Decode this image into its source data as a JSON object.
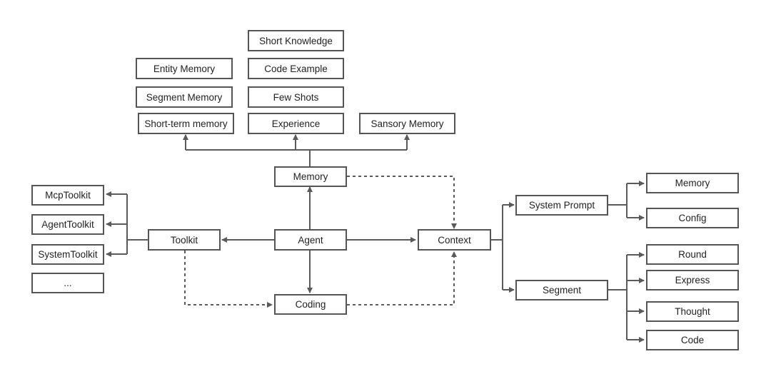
{
  "nodes": {
    "short_knowledge": "Short Knowledge",
    "entity_memory": "Entity Memory",
    "code_example": "Code Example",
    "segment_memory": "Segment Memory",
    "few_shots": "Few Shots",
    "short_term_memory": "Short-term memory",
    "experience": "Experience",
    "sansory_memory": "Sansory Memory",
    "memory": "Memory",
    "mcp_toolkit": "McpToolkit",
    "agent_toolkit": "AgentToolkit",
    "system_toolkit": "SystemToolkit",
    "ellipsis": "...",
    "toolkit": "Toolkit",
    "agent": "Agent",
    "context": "Context",
    "coding": "Coding",
    "system_prompt": "System Prompt",
    "segment": "Segment",
    "ctx_memory": "Memory",
    "config": "Config",
    "round": "Round",
    "express": "Express",
    "thought": "Thought",
    "code": "Code"
  },
  "colors": {
    "line": "#5a5a5a",
    "border": "#555555",
    "text": "#222222"
  }
}
